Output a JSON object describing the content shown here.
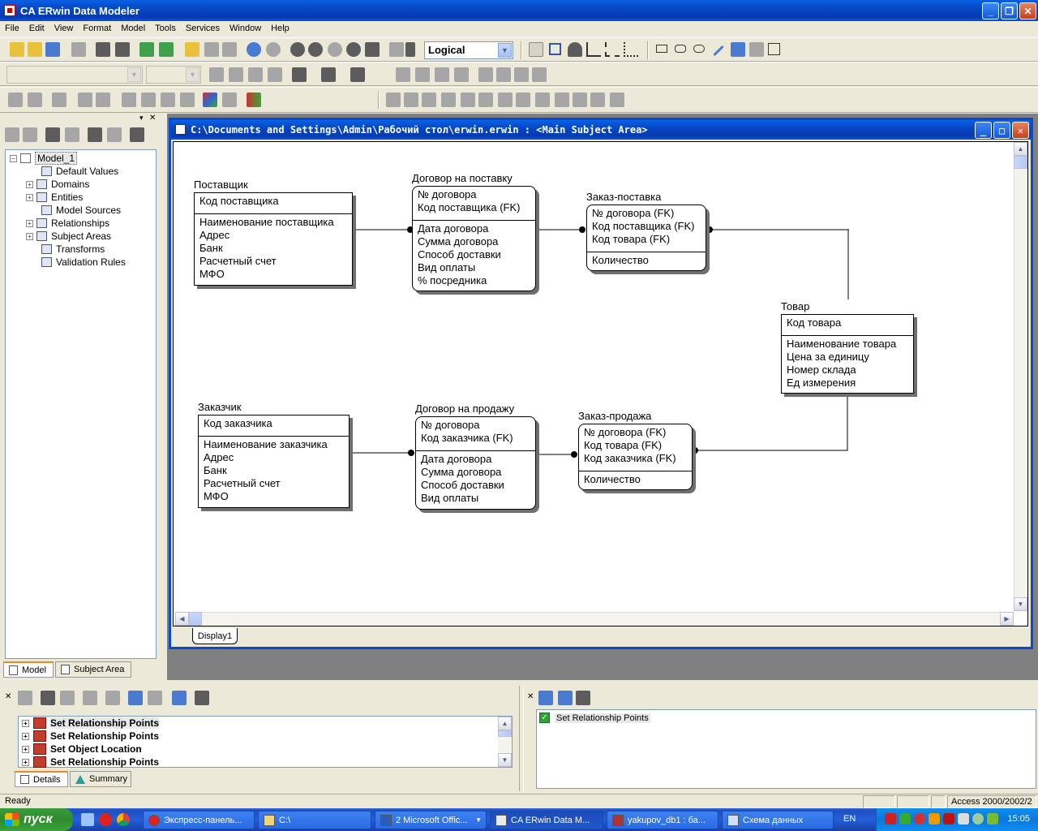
{
  "window": {
    "title": "CA ERwin Data Modeler"
  },
  "menu": [
    "File",
    "Edit",
    "View",
    "Format",
    "Model",
    "Tools",
    "Services",
    "Window",
    "Help"
  ],
  "toolbar": {
    "view_mode": "Logical"
  },
  "tree": {
    "root": "Model_1",
    "items": [
      "Default Values",
      "Domains",
      "Entities",
      "Model Sources",
      "Relationships",
      "Subject Areas",
      "Transforms",
      "Validation Rules"
    ]
  },
  "left_tabs": [
    "Model",
    "Subject Area"
  ],
  "diagram_window": {
    "title": "C:\\Documents and Settings\\Admin\\Рабочий стол\\erwin.erwin : <Main Subject Area>",
    "tab": "Display1"
  },
  "entities": {
    "supplier": {
      "name": "Поставщик",
      "keys": [
        "Код поставщика"
      ],
      "attrs": [
        "Наименование поставщика",
        "Адрес",
        "Банк",
        "Расчетный счет",
        "МФО"
      ]
    },
    "supply_contract": {
      "name": "Договор на поставку",
      "keys": [
        "№ договора",
        "Код поставщика (FK)"
      ],
      "attrs": [
        "Дата договора",
        "Сумма договора",
        "Способ доставки",
        "Вид оплаты",
        "% посредника"
      ]
    },
    "supply_order": {
      "name": "Заказ-поставка",
      "keys": [
        "№ договора (FK)",
        "Код поставщика (FK)",
        "Код товара (FK)"
      ],
      "attrs": [
        "Количество"
      ]
    },
    "product": {
      "name": "Товар",
      "keys": [
        "Код товара"
      ],
      "attrs": [
        "Наименование товара",
        "Цена за единицу",
        "Номер склада",
        "Ед измерения"
      ]
    },
    "customer": {
      "name": "Заказчик",
      "keys": [
        "Код заказчика"
      ],
      "attrs": [
        "Наименование заказчика",
        "Адрес",
        "Банк",
        "Расчетный счет",
        "МФО"
      ]
    },
    "sale_contract": {
      "name": "Договор на продажу",
      "keys": [
        "№ договора",
        "Код заказчика (FK)"
      ],
      "attrs": [
        "Дата договора",
        "Сумма договора",
        "Способ доставки",
        "Вид оплаты"
      ]
    },
    "sale_order": {
      "name": "Заказ-продажа",
      "keys": [
        "№ договора (FK)",
        "Код товара (FK)",
        "Код заказчика (FK)"
      ],
      "attrs": [
        "Количество"
      ]
    }
  },
  "actions": [
    "Set Relationship Points",
    "Set Relationship Points",
    "Set Object Location",
    "Set Relationship Points"
  ],
  "action_detail": "Set Relationship Points",
  "bottom_tabs": [
    "Details",
    "Summary"
  ],
  "status": {
    "left": "Ready",
    "right": "Access 2000/2002/2"
  },
  "taskbar": {
    "start": "пуск",
    "buttons": [
      "Экспресс-панель...",
      "C:\\",
      "2 Microsoft Offic...",
      "CA ERwin Data M...",
      "yakupov_db1 : ба...",
      "Схема данных"
    ],
    "lang": "EN",
    "clock": "15:05"
  }
}
